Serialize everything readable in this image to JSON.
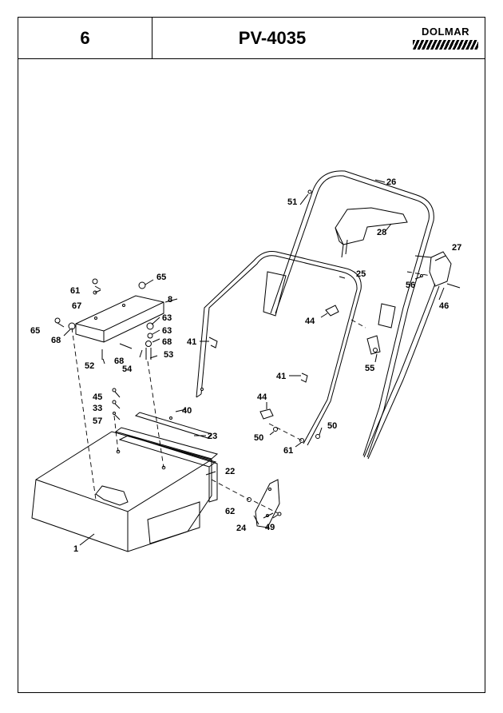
{
  "header": {
    "page_number": "6",
    "model": "PV-4035",
    "brand": "DOLMAR"
  },
  "callouts": [
    "1",
    "8",
    "22",
    "23",
    "24",
    "25",
    "26",
    "27",
    "28",
    "33",
    "40",
    "41",
    "41",
    "44",
    "44",
    "45",
    "46",
    "49",
    "50",
    "50",
    "51",
    "52",
    "53",
    "54",
    "55",
    "56",
    "57",
    "61",
    "61",
    "62",
    "63",
    "63",
    "65",
    "65",
    "67",
    "68",
    "68",
    "68"
  ]
}
